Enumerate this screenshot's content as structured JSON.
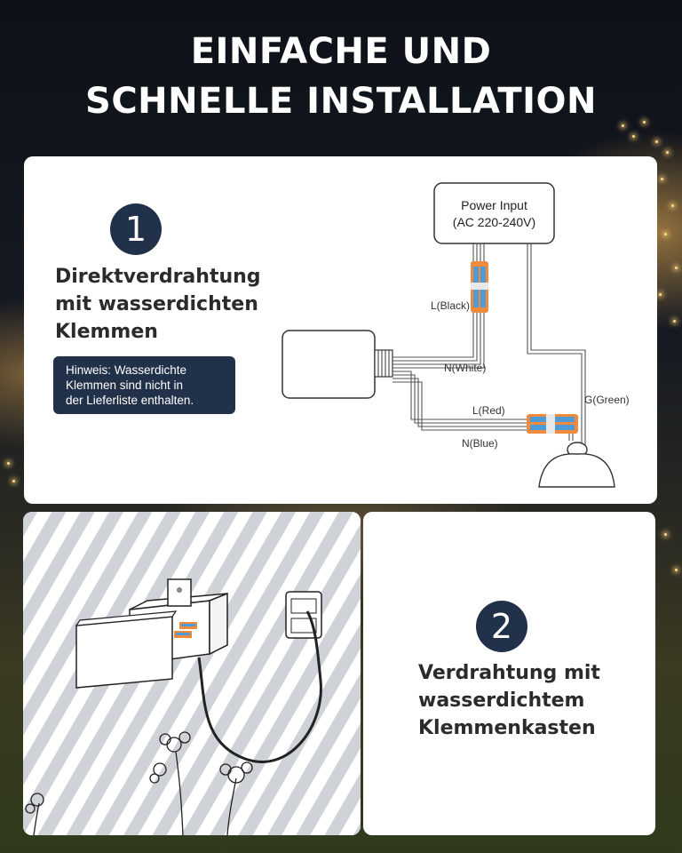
{
  "title": {
    "line1": "EINFACHE UND",
    "line2": "SCHNELLE INSTALLATION"
  },
  "step1": {
    "number": "1",
    "heading_lines": [
      "Direktverdrahtung",
      "mit wasserdichten",
      "Klemmen"
    ],
    "note_lines": [
      "Hinweis: Wasserdichte",
      "Klemmen sind nicht in",
      "der Lieferliste enthalten."
    ],
    "diagram": {
      "power_input_line1": "Power Input",
      "power_input_line2": "(AC 220-240V)",
      "label_black": "L(Black)",
      "label_white": "N(White)",
      "label_red": "L(Red)",
      "label_blue": "N(Blue)",
      "label_green": "G(Green)"
    }
  },
  "step2": {
    "number": "2",
    "heading_lines": [
      "Verdrahtung mit",
      "wasserdichtem",
      "Klemmenkasten"
    ]
  },
  "colors": {
    "accent_navy": "#213149",
    "connector_orange": "#f08a3c",
    "connector_blue": "#4f9bd8"
  }
}
